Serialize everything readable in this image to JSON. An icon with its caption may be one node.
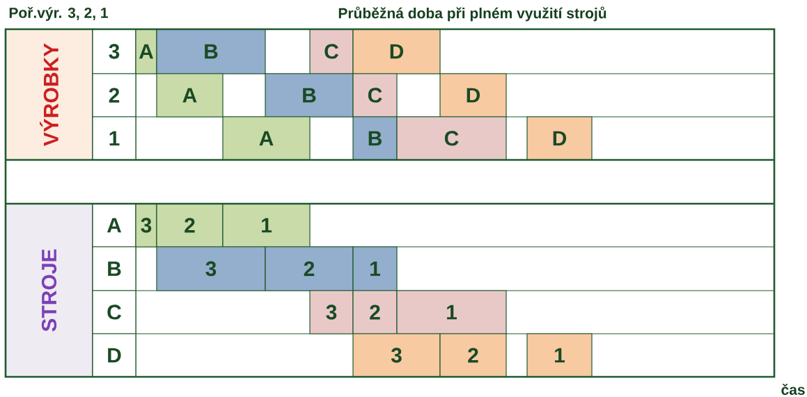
{
  "diagram": {
    "nodes": [
      {
        "text": [
          "VÝROBKY"
        ]
      },
      {
        "text": [
          "3"
        ]
      },
      {
        "text": [
          "A"
        ]
      },
      {
        "text": [
          "B"
        ]
      },
      {
        "text": [
          "C"
        ]
      },
      {
        "text": [
          "D"
        ]
      },
      {
        "text": [
          "2"
        ]
      },
      {
        "text": [
          "A"
        ]
      },
      {
        "text": [
          "B"
        ]
      },
      {
        "text": [
          "C"
        ]
      },
      {
        "text": [
          "D"
        ]
      },
      {
        "text": [
          "1"
        ]
      },
      {
        "text": [
          "A"
        ]
      },
      {
        "text": [
          "B"
        ]
      },
      {
        "text": [
          "C"
        ]
      },
      {
        "text": [
          "D"
        ]
      },
      {
        "text": [
          "STROJE"
        ]
      },
      {
        "text": [
          "A"
        ]
      },
      {
        "text": [
          "3"
        ]
      },
      {
        "text": [
          "2"
        ]
      },
      {
        "text": [
          "1"
        ]
      },
      {
        "text": [
          "B"
        ]
      },
      {
        "text": [
          "3"
        ]
      },
      {
        "text": [
          "2"
        ]
      },
      {
        "text": [
          "1"
        ]
      },
      {
        "text": [
          "C"
        ]
      },
      {
        "text": [
          "3"
        ]
      },
      {
        "text": [
          "2"
        ]
      },
      {
        "text": [
          "1"
        ]
      },
      {
        "text": [
          "D"
        ]
      },
      {
        "text": [
          "3"
        ]
      },
      {
        "text": [
          "2"
        ]
      },
      {
        "text": [
          "1"
        ]
      }
    ],
    "labels": [
      "Poř.výr. 3, 2, 1",
      "Průběžná doba při plném využití strojů",
      "čas"
    ]
  }
}
